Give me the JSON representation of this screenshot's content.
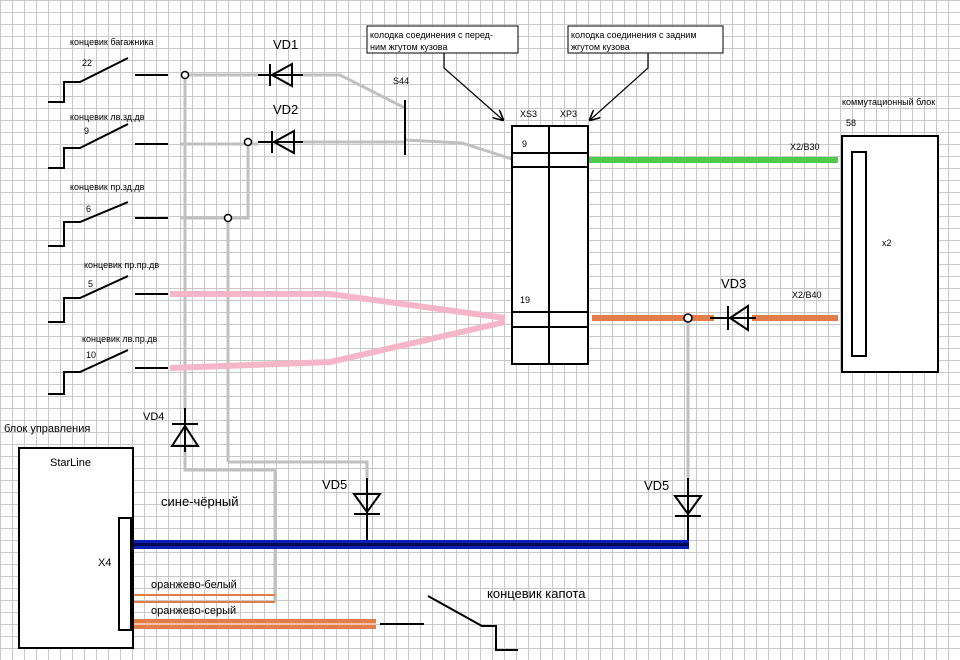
{
  "colors": {
    "gray_wire": "#c0c0c0",
    "pink_wire": "#f4b6c8",
    "green_wire": "#4ccb4c",
    "orange_wire": "#e27d4a",
    "blue_wire": "#0a1fb4"
  },
  "switches": [
    {
      "label": "концевик багажника",
      "pin": "22"
    },
    {
      "label": "концевик лв.зд.дв",
      "pin": "9"
    },
    {
      "label": "концевик пр.зд.дв",
      "pin": "6"
    },
    {
      "label": "концевик пр.пр.дв",
      "pin": "5"
    },
    {
      "label": "концевик лв.пр.дв",
      "pin": "10"
    }
  ],
  "diodes": {
    "vd1": "VD1",
    "vd2": "VD2",
    "vd3": "VD3",
    "vd4": "VD4",
    "vd5a": "VD5",
    "vd5b": "VD5"
  },
  "s44": "S44",
  "callouts": {
    "front": [
      "колодка соединения с перед-",
      "ним жгутом кузова"
    ],
    "rear": [
      "колодка соединения с задним",
      "жгутом кузова"
    ]
  },
  "connector": {
    "xs3": "XS3",
    "xp3": "XP3",
    "pin_top": "9",
    "pin_bottom": "19"
  },
  "comm_block": {
    "title": "коммутационный блок",
    "num": "58",
    "x2": "x2",
    "b30": "X2/B30",
    "b40": "X2/B40"
  },
  "control": {
    "title": "блок управления",
    "brand": "StarLine",
    "x4": "X4"
  },
  "wires": {
    "blue_black": "сине-чёрный",
    "orange_white": "оранжево-белый",
    "orange_gray": "оранжево-серый"
  },
  "hood_switch": "концевик капота"
}
